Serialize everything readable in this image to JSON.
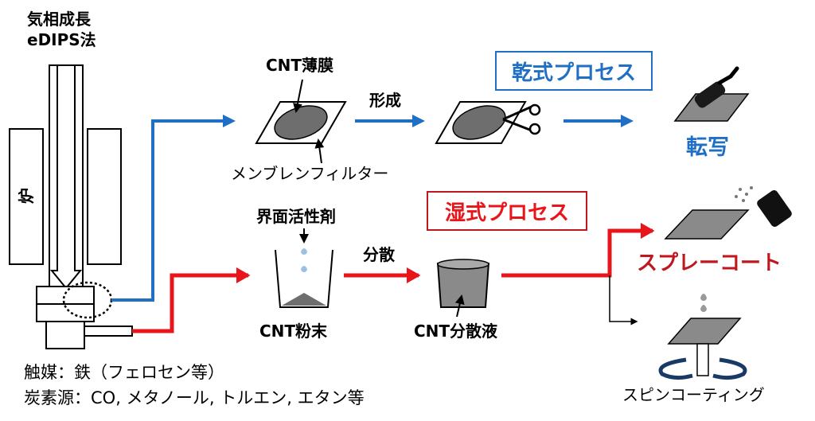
{
  "top_label": {
    "line1": "気相成長",
    "line2": "eDIPS法"
  },
  "furnace_label": "炉",
  "dry": {
    "title": "乾式プロセス",
    "film_label": "CNT薄膜",
    "form_label": "形成",
    "filter_label": "メンブレンフィルター",
    "result_label": "転写"
  },
  "wet": {
    "title": "湿式プロセス",
    "surfactant_label": "界面活性剤",
    "powder_label": "CNT粉末",
    "disperse_label": "分散",
    "dispersion_label": "CNT分散液",
    "spray_label": "スプレーコート",
    "spin_label": "スピンコーティング"
  },
  "catalyst_line": "触媒：鉄（フェロセン等）",
  "carbon_line": "炭素源：CO, メタノール, トルエン, エタン等",
  "colors": {
    "blue": "#1f6fc4",
    "red": "#e8151b",
    "dark_red": "#c0161d",
    "gray": "#6e6e6e"
  },
  "icons": {
    "scissors": "scissors-icon",
    "roller": "paint-roller-icon",
    "spray": "spray-can-icon",
    "spin": "rotation-arrows-icon"
  }
}
